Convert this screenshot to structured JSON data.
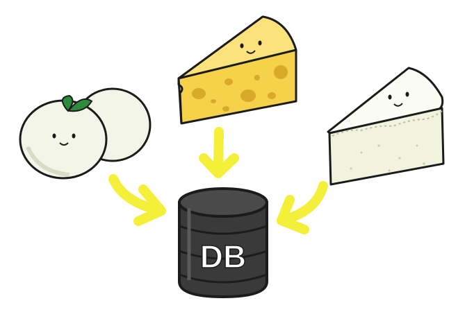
{
  "database": {
    "label": "DB"
  },
  "items": [
    {
      "name": "mozzarella",
      "icon": "mozzarella-cheese-icon"
    },
    {
      "name": "swiss",
      "icon": "swiss-cheese-icon"
    },
    {
      "name": "brie",
      "icon": "brie-cheese-icon"
    }
  ],
  "colors": {
    "arrow": "#f4f03a",
    "outline": "#1b1b1b",
    "db_body": "#3a3a3a",
    "db_top": "#4a4a4a",
    "db_label": "#ffffff",
    "swiss": "#f6d24a",
    "swiss_dark": "#d9a92a",
    "mozzarella": "#f2f5e7",
    "brie": "#f1f3df",
    "brie_rind": "#fbfcf4",
    "basil": "#2e8b3b"
  }
}
